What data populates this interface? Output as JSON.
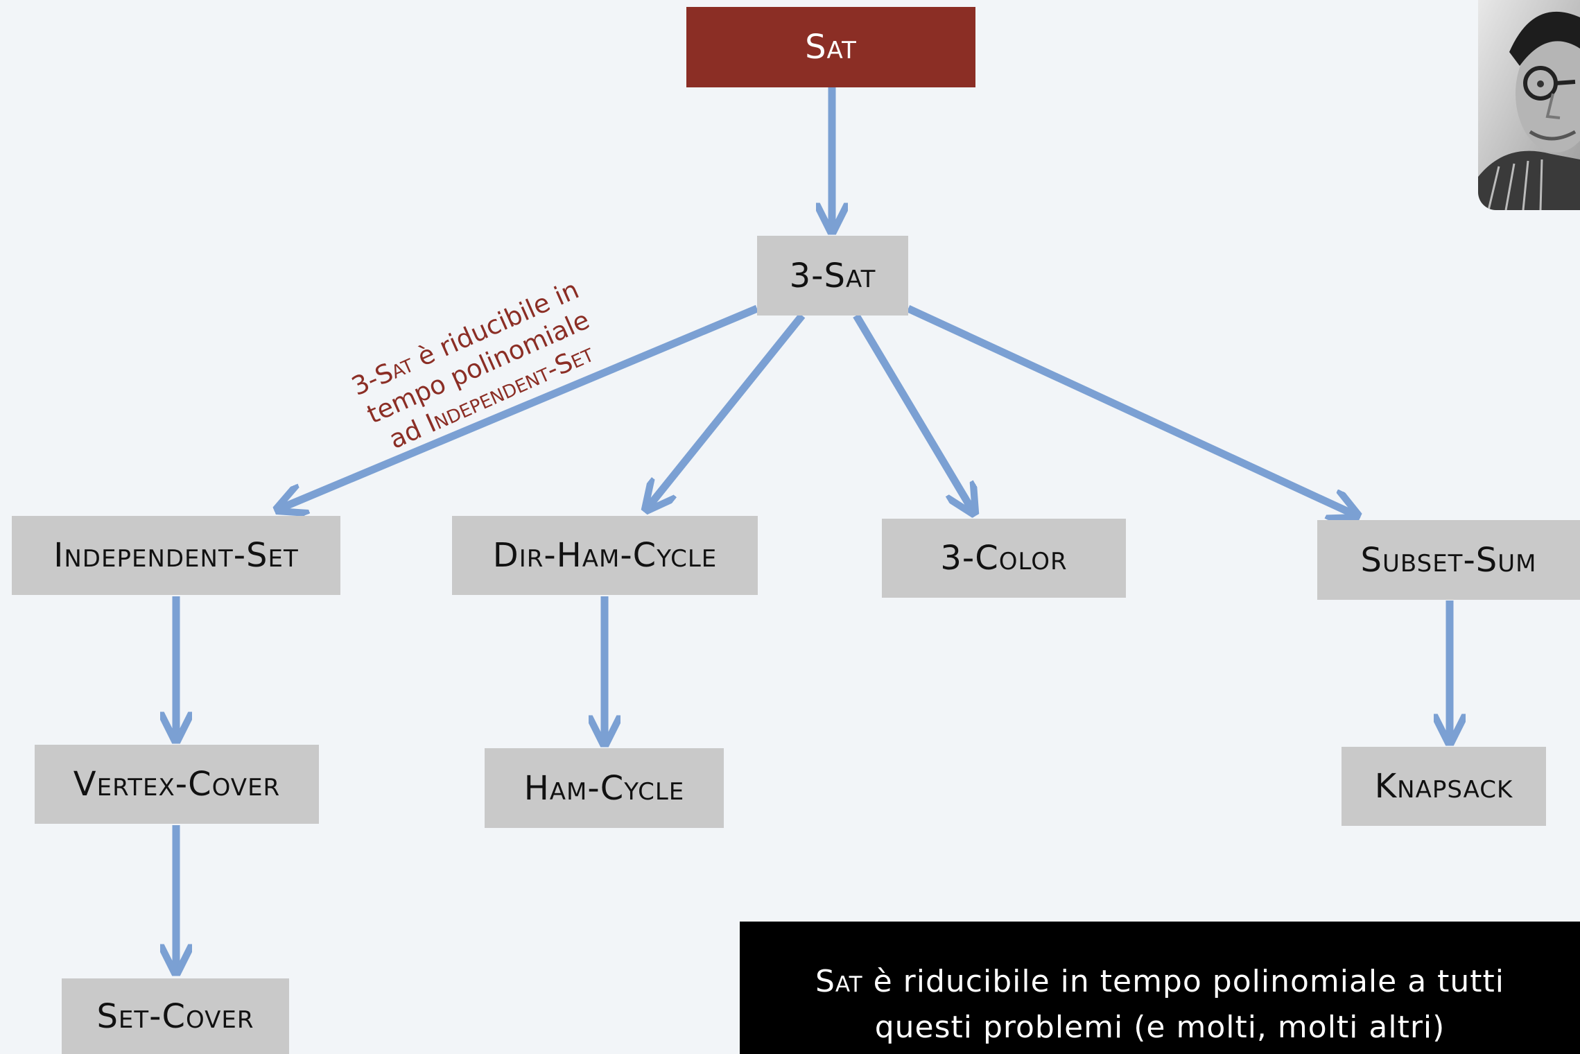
{
  "nodes": {
    "sat": "Sat",
    "three_sat": "3-Sat",
    "independent_set": "Independent-Set",
    "dir_ham_cycle": "Dir-Ham-Cycle",
    "three_color": "3-Color",
    "subset_sum": "Subset-Sum",
    "vertex_cover": "Vertex-Cover",
    "ham_cycle": "Ham-Cycle",
    "knapsack": "Knapsack",
    "set_cover": "Set-Cover"
  },
  "annotation": {
    "line1_a": "3-Sat",
    "line1_b": " è riducibile in",
    "line2": "tempo polinomiale",
    "line3_a": "ad ",
    "line3_b": "Independent-Set"
  },
  "callout": {
    "line1_a": "Sat",
    "line1_b": " è riducibile in tempo polinomiale a tutti",
    "line2": "questi problemi (e molti, molti altri)"
  },
  "colors": {
    "root": "#8b2e25",
    "node": "#c9c9c9",
    "arrow": "#7ba0d3",
    "background": "#f2f5f8"
  }
}
